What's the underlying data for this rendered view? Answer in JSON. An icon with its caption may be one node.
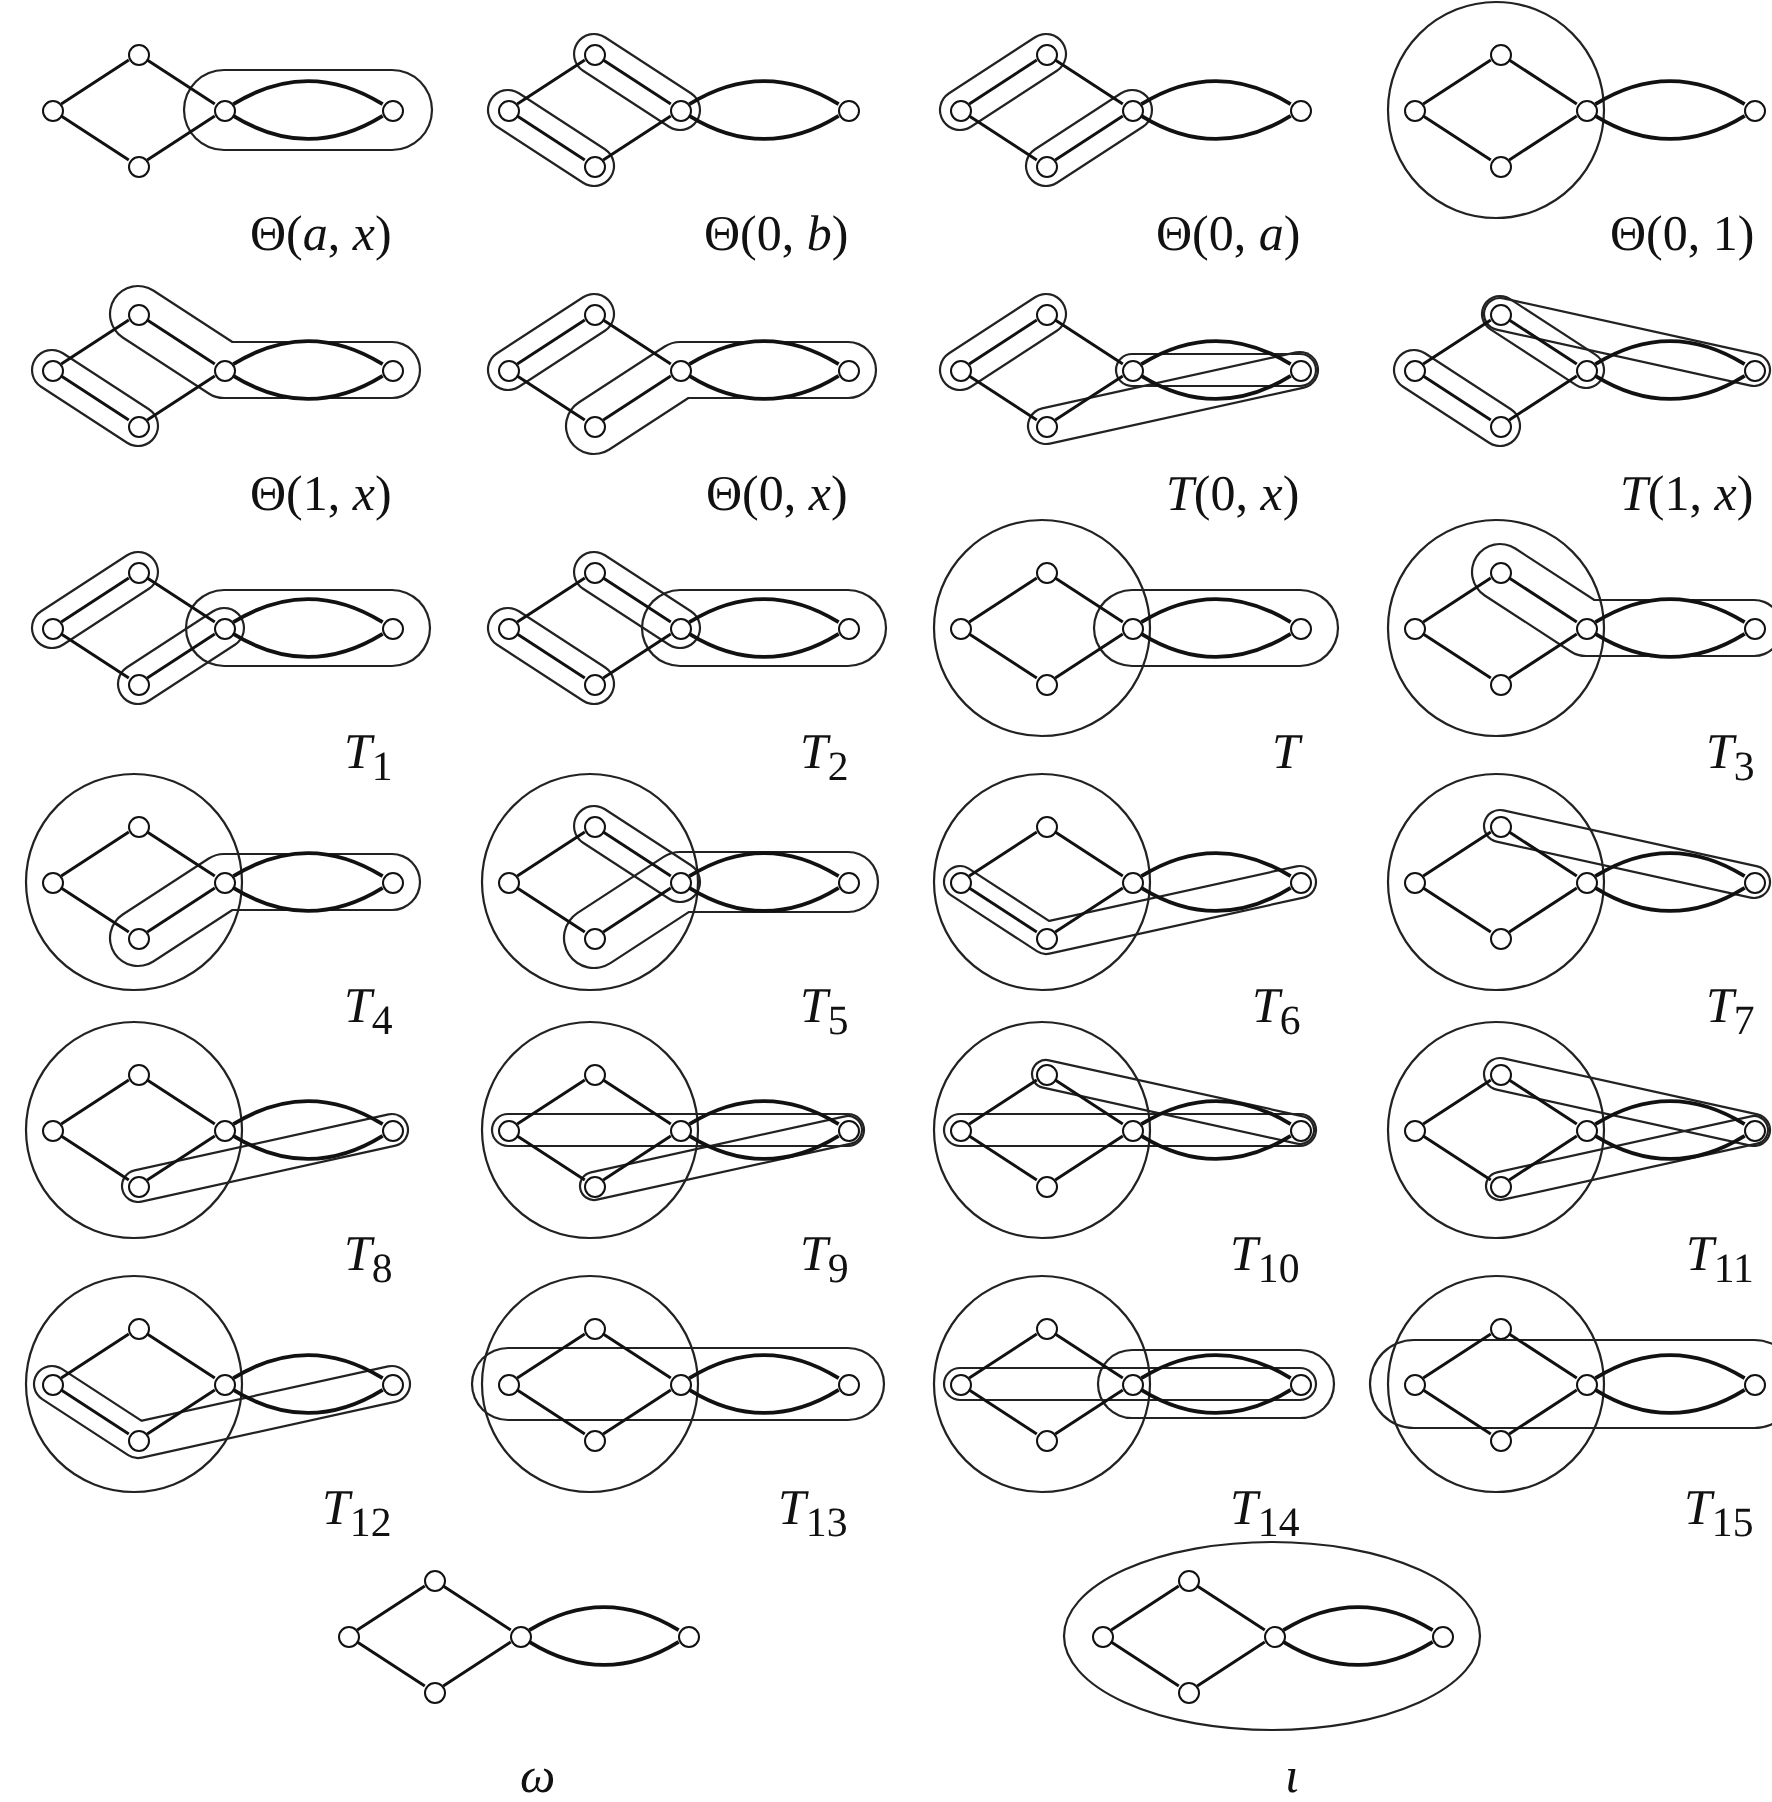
{
  "diagram": {
    "nodes": [
      {
        "text": [],
        "shape": "circle"
      },
      {
        "text": [],
        "shape": "circle"
      },
      {
        "text": [],
        "shape": "circle"
      },
      {
        "text": [],
        "shape": "circle"
      },
      {
        "text": [],
        "shape": "circle"
      },
      {
        "text": [],
        "shape": "circle"
      },
      {
        "text": [],
        "shape": "circle"
      },
      {
        "text": [],
        "shape": "circle"
      },
      {
        "text": [],
        "shape": "circle"
      },
      {
        "text": [],
        "shape": "circle"
      },
      {
        "text": [],
        "shape": "circle"
      },
      {
        "text": [],
        "shape": "circle"
      },
      {
        "text": [],
        "shape": "circle"
      },
      {
        "text": [],
        "shape": "circle"
      },
      {
        "text": [],
        "shape": "circle"
      },
      {
        "text": [],
        "shape": "circle"
      },
      {
        "text": [],
        "shape": "circle"
      },
      {
        "text": [],
        "shape": "circle"
      },
      {
        "text": [],
        "shape": "circle"
      },
      {
        "text": [],
        "shape": "circle"
      },
      {
        "text": [],
        "shape": "circle"
      },
      {
        "text": [],
        "shape": "circle"
      },
      {
        "text": [],
        "shape": "circle"
      },
      {
        "text": [],
        "shape": "circle"
      },
      {
        "text": [],
        "shape": "circle"
      },
      {
        "text": [],
        "shape": "circle"
      },
      {
        "text": [],
        "shape": "circle"
      },
      {
        "text": [],
        "shape": "circle"
      },
      {
        "text": [],
        "shape": "circle"
      },
      {
        "text": [],
        "shape": "circle"
      },
      {
        "text": [],
        "shape": "circle"
      },
      {
        "text": [],
        "shape": "circle"
      },
      {
        "text": [],
        "shape": "circle"
      },
      {
        "text": [],
        "shape": "circle"
      },
      {
        "text": [],
        "shape": "circle"
      },
      {
        "text": [],
        "shape": "circle"
      },
      {
        "text": [],
        "shape": "circle"
      },
      {
        "text": [],
        "shape": "circle"
      },
      {
        "text": [],
        "shape": "circle"
      },
      {
        "text": [],
        "shape": "circle"
      },
      {
        "text": [],
        "shape": "circle"
      },
      {
        "text": [],
        "shape": "circle"
      },
      {
        "text": [],
        "shape": "circle"
      },
      {
        "text": [],
        "shape": "circle"
      },
      {
        "text": [],
        "shape": "circle"
      },
      {
        "text": [],
        "shape": "circle"
      },
      {
        "text": [],
        "shape": "circle"
      },
      {
        "text": [],
        "shape": "circle"
      },
      {
        "text": [],
        "shape": "circle"
      },
      {
        "text": [],
        "shape": "circle"
      },
      {
        "text": [],
        "shape": "circle"
      },
      {
        "text": [],
        "shape": "circle"
      },
      {
        "text": [],
        "shape": "circle"
      },
      {
        "text": [],
        "shape": "circle"
      },
      {
        "text": [],
        "shape": "circle"
      },
      {
        "text": [],
        "shape": "circle"
      },
      {
        "text": [],
        "shape": "circle"
      },
      {
        "text": [],
        "shape": "circle"
      },
      {
        "text": [],
        "shape": "circle"
      },
      {
        "text": [],
        "shape": "circle"
      },
      {
        "text": [],
        "shape": "circle"
      },
      {
        "text": [],
        "shape": "circle"
      },
      {
        "text": [],
        "shape": "circle"
      },
      {
        "text": [],
        "shape": "circle"
      },
      {
        "text": [],
        "shape": "circle"
      },
      {
        "text": [],
        "shape": "circle"
      },
      {
        "text": [],
        "shape": "circle"
      },
      {
        "text": [],
        "shape": "circle"
      },
      {
        "text": [],
        "shape": "circle"
      },
      {
        "text": [],
        "shape": "circle"
      },
      {
        "text": [],
        "shape": "circle"
      },
      {
        "text": [],
        "shape": "circle"
      },
      {
        "text": [],
        "shape": "circle"
      },
      {
        "text": [],
        "shape": "circle"
      },
      {
        "text": [],
        "shape": "circle"
      },
      {
        "text": [],
        "shape": "circle"
      },
      {
        "text": [],
        "shape": "circle"
      },
      {
        "text": [],
        "shape": "circle"
      },
      {
        "text": [],
        "shape": "circle"
      },
      {
        "text": [],
        "shape": "circle"
      },
      {
        "text": [],
        "shape": "circle"
      },
      {
        "text": [],
        "shape": "circle"
      },
      {
        "text": [],
        "shape": "circle"
      },
      {
        "text": [],
        "shape": "circle"
      },
      {
        "text": [],
        "shape": "circle"
      },
      {
        "text": [],
        "shape": "circle"
      },
      {
        "text": [],
        "shape": "circle"
      },
      {
        "text": [],
        "shape": "circle"
      },
      {
        "text": [],
        "shape": "circle"
      },
      {
        "text": [],
        "shape": "circle"
      },
      {
        "text": [],
        "shape": "circle"
      },
      {
        "text": [],
        "shape": "circle"
      },
      {
        "text": [],
        "shape": "circle"
      },
      {
        "text": [],
        "shape": "circle"
      },
      {
        "text": [],
        "shape": "circle"
      },
      {
        "text": [],
        "shape": "circle"
      },
      {
        "text": [],
        "shape": "circle"
      },
      {
        "text": [],
        "shape": "circle"
      },
      {
        "text": [],
        "shape": "circle"
      },
      {
        "text": [],
        "shape": "circle"
      },
      {
        "text": [],
        "shape": "circle"
      },
      {
        "text": [],
        "shape": "circle"
      },
      {
        "text": [],
        "shape": "circle"
      },
      {
        "text": [],
        "shape": "circle"
      },
      {
        "text": [],
        "shape": "circle"
      },
      {
        "text": [],
        "shape": "circle"
      },
      {
        "text": [],
        "shape": "circle"
      },
      {
        "text": [],
        "shape": "circle"
      },
      {
        "text": [],
        "shape": "circle"
      },
      {
        "text": [],
        "shape": "circle"
      },
      {
        "text": [],
        "shape": "circle"
      },
      {
        "text": [],
        "shape": "circle"
      },
      {
        "text": [],
        "shape": "circle"
      },
      {
        "text": [],
        "shape": "circle"
      },
      {
        "text": [],
        "shape": "circle"
      },
      {
        "text": [],
        "shape": "circle"
      },
      {
        "text": [],
        "shape": "circle"
      },
      {
        "text": [],
        "shape": "circle"
      },
      {
        "text": [],
        "shape": "circle"
      },
      {
        "text": [],
        "shape": "circle"
      },
      {
        "text": [],
        "shape": "circle"
      },
      {
        "text": [],
        "shape": "circle"
      },
      {
        "text": [],
        "shape": "circle"
      },
      {
        "text": [],
        "shape": "circle"
      },
      {
        "text": [],
        "shape": "circle"
      },
      {
        "text": [],
        "shape": "circle"
      },
      {
        "text": [],
        "shape": "circle"
      },
      {
        "text": [],
        "shape": "circle"
      },
      {
        "text": [],
        "shape": "circle"
      },
      {
        "text": [],
        "shape": "circle"
      }
    ],
    "edges": [
      {
        "from": 0,
        "to": 1,
        "arrow": "none"
      },
      {
        "from": 0,
        "to": 2,
        "arrow": "none"
      },
      {
        "from": 1,
        "to": 3,
        "arrow": "none"
      },
      {
        "from": 2,
        "to": 3,
        "arrow": "none"
      },
      {
        "from": 3,
        "to": 4,
        "arrow": "none"
      },
      {
        "from": 3,
        "to": 4,
        "arrow": "none"
      },
      {
        "from": 5,
        "to": 6,
        "arrow": "none"
      },
      {
        "from": 5,
        "to": 7,
        "arrow": "none"
      },
      {
        "from": 6,
        "to": 8,
        "arrow": "none"
      },
      {
        "from": 7,
        "to": 8,
        "arrow": "none"
      },
      {
        "from": 8,
        "to": 9,
        "arrow": "none"
      },
      {
        "from": 8,
        "to": 9,
        "arrow": "none"
      },
      {
        "from": 10,
        "to": 11,
        "arrow": "none"
      },
      {
        "from": 10,
        "to": 12,
        "arrow": "none"
      },
      {
        "from": 11,
        "to": 13,
        "arrow": "none"
      },
      {
        "from": 12,
        "to": 13,
        "arrow": "none"
      },
      {
        "from": 13,
        "to": 14,
        "arrow": "none"
      },
      {
        "from": 13,
        "to": 14,
        "arrow": "none"
      },
      {
        "from": 15,
        "to": 16,
        "arrow": "none"
      },
      {
        "from": 15,
        "to": 17,
        "arrow": "none"
      },
      {
        "from": 16,
        "to": 18,
        "arrow": "none"
      },
      {
        "from": 17,
        "to": 18,
        "arrow": "none"
      },
      {
        "from": 18,
        "to": 19,
        "arrow": "none"
      },
      {
        "from": 18,
        "to": 19,
        "arrow": "none"
      },
      {
        "from": 20,
        "to": 21,
        "arrow": "none"
      },
      {
        "from": 20,
        "to": 22,
        "arrow": "none"
      },
      {
        "from": 21,
        "to": 23,
        "arrow": "none"
      },
      {
        "from": 22,
        "to": 23,
        "arrow": "none"
      },
      {
        "from": 23,
        "to": 24,
        "arrow": "none"
      },
      {
        "from": 23,
        "to": 24,
        "arrow": "none"
      },
      {
        "from": 25,
        "to": 26,
        "arrow": "none"
      },
      {
        "from": 25,
        "to": 27,
        "arrow": "none"
      },
      {
        "from": 26,
        "to": 28,
        "arrow": "none"
      },
      {
        "from": 27,
        "to": 28,
        "arrow": "none"
      },
      {
        "from": 28,
        "to": 29,
        "arrow": "none"
      },
      {
        "from": 28,
        "to": 29,
        "arrow": "none"
      },
      {
        "from": 30,
        "to": 31,
        "arrow": "none"
      },
      {
        "from": 30,
        "to": 32,
        "arrow": "none"
      },
      {
        "from": 31,
        "to": 33,
        "arrow": "none"
      },
      {
        "from": 32,
        "to": 33,
        "arrow": "none"
      },
      {
        "from": 33,
        "to": 34,
        "arrow": "none"
      },
      {
        "from": 33,
        "to": 34,
        "arrow": "none"
      },
      {
        "from": 35,
        "to": 36,
        "arrow": "none"
      },
      {
        "from": 35,
        "to": 37,
        "arrow": "none"
      },
      {
        "from": 36,
        "to": 38,
        "arrow": "none"
      },
      {
        "from": 37,
        "to": 38,
        "arrow": "none"
      },
      {
        "from": 38,
        "to": 39,
        "arrow": "none"
      },
      {
        "from": 38,
        "to": 39,
        "arrow": "none"
      },
      {
        "from": 40,
        "to": 41,
        "arrow": "none"
      },
      {
        "from": 40,
        "to": 42,
        "arrow": "none"
      },
      {
        "from": 41,
        "to": 43,
        "arrow": "none"
      },
      {
        "from": 42,
        "to": 43,
        "arrow": "none"
      },
      {
        "from": 43,
        "to": 44,
        "arrow": "none"
      },
      {
        "from": 43,
        "to": 44,
        "arrow": "none"
      },
      {
        "from": 45,
        "to": 46,
        "arrow": "none"
      },
      {
        "from": 45,
        "to": 47,
        "arrow": "none"
      },
      {
        "from": 46,
        "to": 48,
        "arrow": "none"
      },
      {
        "from": 47,
        "to": 48,
        "arrow": "none"
      },
      {
        "from": 48,
        "to": 49,
        "arrow": "none"
      },
      {
        "from": 48,
        "to": 49,
        "arrow": "none"
      },
      {
        "from": 50,
        "to": 51,
        "arrow": "none"
      },
      {
        "from": 50,
        "to": 52,
        "arrow": "none"
      },
      {
        "from": 51,
        "to": 53,
        "arrow": "none"
      },
      {
        "from": 52,
        "to": 53,
        "arrow": "none"
      },
      {
        "from": 53,
        "to": 54,
        "arrow": "none"
      },
      {
        "from": 53,
        "to": 54,
        "arrow": "none"
      },
      {
        "from": 55,
        "to": 56,
        "arrow": "none"
      },
      {
        "from": 55,
        "to": 57,
        "arrow": "none"
      },
      {
        "from": 56,
        "to": 58,
        "arrow": "none"
      },
      {
        "from": 57,
        "to": 58,
        "arrow": "none"
      },
      {
        "from": 58,
        "to": 59,
        "arrow": "none"
      },
      {
        "from": 58,
        "to": 59,
        "arrow": "none"
      },
      {
        "from": 60,
        "to": 61,
        "arrow": "none"
      },
      {
        "from": 60,
        "to": 62,
        "arrow": "none"
      },
      {
        "from": 61,
        "to": 63,
        "arrow": "none"
      },
      {
        "from": 62,
        "to": 63,
        "arrow": "none"
      },
      {
        "from": 63,
        "to": 64,
        "arrow": "none"
      },
      {
        "from": 63,
        "to": 64,
        "arrow": "none"
      },
      {
        "from": 65,
        "to": 66,
        "arrow": "none"
      },
      {
        "from": 65,
        "to": 67,
        "arrow": "none"
      },
      {
        "from": 66,
        "to": 68,
        "arrow": "none"
      },
      {
        "from": 67,
        "to": 68,
        "arrow": "none"
      },
      {
        "from": 68,
        "to": 69,
        "arrow": "none"
      },
      {
        "from": 68,
        "to": 69,
        "arrow": "none"
      },
      {
        "from": 70,
        "to": 71,
        "arrow": "none"
      },
      {
        "from": 70,
        "to": 72,
        "arrow": "none"
      },
      {
        "from": 71,
        "to": 73,
        "arrow": "none"
      },
      {
        "from": 72,
        "to": 73,
        "arrow": "none"
      },
      {
        "from": 73,
        "to": 74,
        "arrow": "none"
      },
      {
        "from": 73,
        "to": 74,
        "arrow": "none"
      },
      {
        "from": 75,
        "to": 76,
        "arrow": "none"
      },
      {
        "from": 75,
        "to": 77,
        "arrow": "none"
      },
      {
        "from": 76,
        "to": 78,
        "arrow": "none"
      },
      {
        "from": 77,
        "to": 78,
        "arrow": "none"
      },
      {
        "from": 78,
        "to": 79,
        "arrow": "none"
      },
      {
        "from": 78,
        "to": 79,
        "arrow": "none"
      },
      {
        "from": 80,
        "to": 81,
        "arrow": "none"
      },
      {
        "from": 80,
        "to": 82,
        "arrow": "none"
      },
      {
        "from": 81,
        "to": 83,
        "arrow": "none"
      },
      {
        "from": 82,
        "to": 83,
        "arrow": "none"
      },
      {
        "from": 83,
        "to": 84,
        "arrow": "none"
      },
      {
        "from": 83,
        "to": 84,
        "arrow": "none"
      },
      {
        "from": 85,
        "to": 86,
        "arrow": "none"
      },
      {
        "from": 85,
        "to": 87,
        "arrow": "none"
      },
      {
        "from": 86,
        "to": 88,
        "arrow": "none"
      },
      {
        "from": 87,
        "to": 88,
        "arrow": "none"
      },
      {
        "from": 88,
        "to": 89,
        "arrow": "none"
      },
      {
        "from": 88,
        "to": 89,
        "arrow": "none"
      },
      {
        "from": 90,
        "to": 91,
        "arrow": "none"
      },
      {
        "from": 90,
        "to": 92,
        "arrow": "none"
      },
      {
        "from": 91,
        "to": 93,
        "arrow": "none"
      },
      {
        "from": 92,
        "to": 93,
        "arrow": "none"
      },
      {
        "from": 93,
        "to": 94,
        "arrow": "none"
      },
      {
        "from": 93,
        "to": 94,
        "arrow": "none"
      },
      {
        "from": 95,
        "to": 96,
        "arrow": "none"
      },
      {
        "from": 95,
        "to": 97,
        "arrow": "none"
      },
      {
        "from": 96,
        "to": 98,
        "arrow": "none"
      },
      {
        "from": 97,
        "to": 98,
        "arrow": "none"
      },
      {
        "from": 98,
        "to": 99,
        "arrow": "none"
      },
      {
        "from": 98,
        "to": 99,
        "arrow": "none"
      },
      {
        "from": 100,
        "to": 101,
        "arrow": "none"
      },
      {
        "from": 100,
        "to": 102,
        "arrow": "none"
      },
      {
        "from": 101,
        "to": 103,
        "arrow": "none"
      },
      {
        "from": 102,
        "to": 103,
        "arrow": "none"
      },
      {
        "from": 103,
        "to": 104,
        "arrow": "none"
      },
      {
        "from": 103,
        "to": 104,
        "arrow": "none"
      },
      {
        "from": 105,
        "to": 106,
        "arrow": "none"
      },
      {
        "from": 105,
        "to": 107,
        "arrow": "none"
      },
      {
        "from": 106,
        "to": 108,
        "arrow": "none"
      },
      {
        "from": 107,
        "to": 108,
        "arrow": "none"
      },
      {
        "from": 108,
        "to": 109,
        "arrow": "none"
      },
      {
        "from": 108,
        "to": 109,
        "arrow": "none"
      },
      {
        "from": 110,
        "to": 111,
        "arrow": "none"
      },
      {
        "from": 110,
        "to": 112,
        "arrow": "none"
      },
      {
        "from": 111,
        "to": 113,
        "arrow": "none"
      },
      {
        "from": 112,
        "to": 113,
        "arrow": "none"
      },
      {
        "from": 113,
        "to": 114,
        "arrow": "none"
      },
      {
        "from": 113,
        "to": 114,
        "arrow": "none"
      },
      {
        "from": 115,
        "to": 116,
        "arrow": "none"
      },
      {
        "from": 115,
        "to": 117,
        "arrow": "none"
      },
      {
        "from": 116,
        "to": 118,
        "arrow": "none"
      },
      {
        "from": 117,
        "to": 118,
        "arrow": "none"
      },
      {
        "from": 118,
        "to": 119,
        "arrow": "none"
      },
      {
        "from": 118,
        "to": 119,
        "arrow": "none"
      },
      {
        "from": 120,
        "to": 121,
        "arrow": "none"
      },
      {
        "from": 120,
        "to": 122,
        "arrow": "none"
      },
      {
        "from": 121,
        "to": 123,
        "arrow": "none"
      },
      {
        "from": 122,
        "to": 123,
        "arrow": "none"
      },
      {
        "from": 123,
        "to": 124,
        "arrow": "none"
      },
      {
        "from": 123,
        "to": 124,
        "arrow": "none"
      },
      {
        "from": 125,
        "to": 126,
        "arrow": "none"
      },
      {
        "from": 125,
        "to": 127,
        "arrow": "none"
      },
      {
        "from": 126,
        "to": 128,
        "arrow": "none"
      },
      {
        "from": 127,
        "to": 128,
        "arrow": "none"
      },
      {
        "from": 128,
        "to": 129,
        "arrow": "none"
      },
      {
        "from": 128,
        "to": 129,
        "arrow": "none"
      }
    ],
    "labels": [
      "Θ(*a*, *x*)",
      "Θ(0, *b*)",
      "Θ(0, *a*)",
      "Θ(0, 1)",
      "Θ(1, *x*)",
      "Θ(0, *x*)",
      "*T*(0, *x*)",
      "*T*(1, *x*)",
      "*T*$_{1}$",
      "*T*$_{2}$",
      "*T*",
      "*T*$_{3}$",
      "*T*$_{4}$",
      "*T*$_{5}$",
      "*T*$_{6}$",
      "*T*$_{7}$",
      "*T*$_{8}$",
      "*T*$_{9}$",
      "*T*$_{10}$",
      "*T*$_{11}$",
      "*T*$_{12}$",
      "*T*$_{13}$",
      "*T*$_{14}$",
      "*T*$_{15}$",
      "*ω*",
      "*ι*"
    ]
  }
}
